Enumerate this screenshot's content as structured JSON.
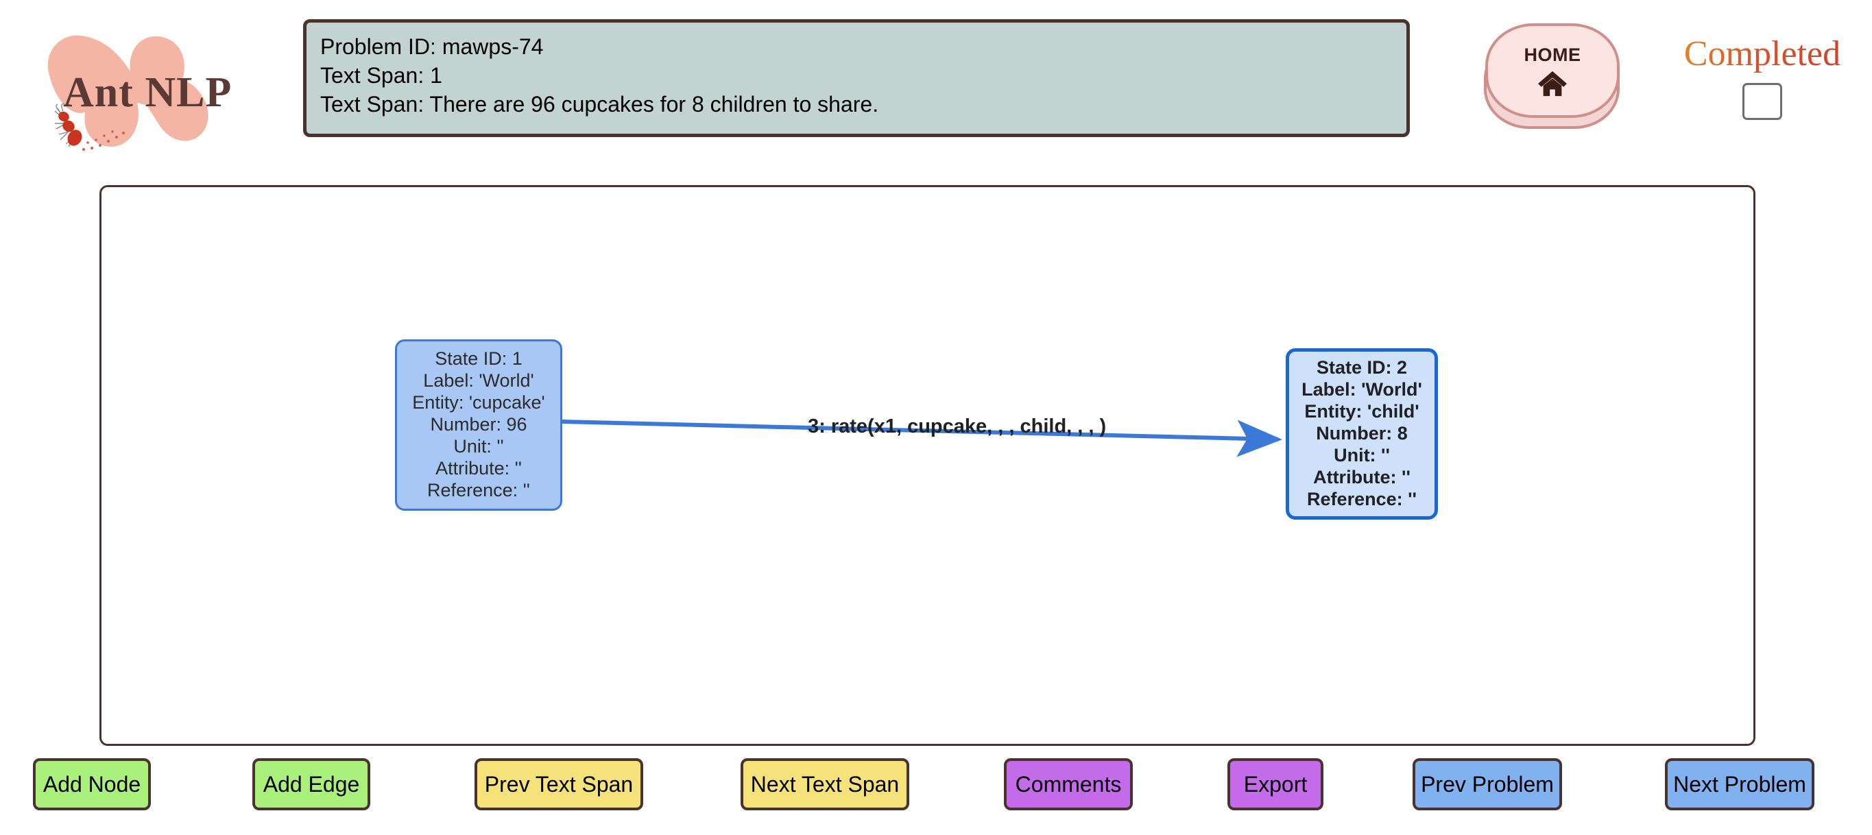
{
  "logo": {
    "text": "Ant NLP",
    "brush_color": "#f4b5a4",
    "text_color": "#5b3a36",
    "ant_color": "#c9341c"
  },
  "problem_panel": {
    "lines": [
      "Problem ID: mawps-74",
      "Text Span: 1",
      "Text Span: There are 96 cupcakes for 8 children to share."
    ],
    "background": "#c3d3d0",
    "border_color": "#4a332f"
  },
  "home_button": {
    "label": "HOME",
    "icon": "home-icon",
    "face_color": "#fbe4e2",
    "edge_color": "#cf908c"
  },
  "completed": {
    "label": "Completed",
    "checked": false,
    "gradient_from": "#e98a28",
    "gradient_to": "#c8432a"
  },
  "graph": {
    "nodes": [
      {
        "id": "1",
        "selected": false,
        "lines": [
          "State ID: 1",
          "Label: 'World'",
          "Entity: 'cupcake'",
          "Number: 96",
          "Unit: ''",
          "Attribute: ''",
          "Reference: ''"
        ]
      },
      {
        "id": "2",
        "selected": true,
        "lines": [
          "State ID: 2",
          "Label: 'World'",
          "Entity: 'child'",
          "Number: 8",
          "Unit: ''",
          "Attribute: ''",
          "Reference: ''"
        ]
      }
    ],
    "edges": [
      {
        "id": "3",
        "label": "3: rate(x1, cupcake, , , child, , , )",
        "from": "1",
        "to": "2",
        "color": "#3c78d8"
      }
    ],
    "node_fill": "#a8c7f5",
    "node_border": "#3c78d8",
    "selected_fill": "#cfe0fb",
    "selected_border": "#1967d2"
  },
  "toolbar": {
    "buttons": [
      {
        "label": "Add Node",
        "color": "green"
      },
      {
        "label": "Add Edge",
        "color": "green"
      },
      {
        "label": "Prev Text Span",
        "color": "yellow"
      },
      {
        "label": "Next Text Span",
        "color": "yellow"
      },
      {
        "label": "Comments",
        "color": "purple"
      },
      {
        "label": "Export",
        "color": "purple"
      },
      {
        "label": "Prev Problem",
        "color": "blue"
      },
      {
        "label": "Next Problem",
        "color": "blue"
      }
    ]
  }
}
